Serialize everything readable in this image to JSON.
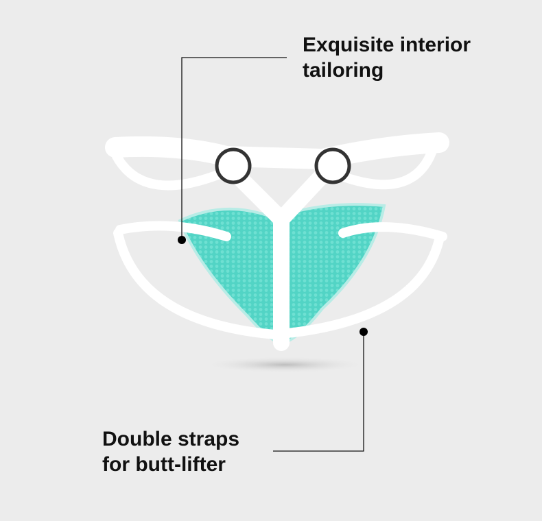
{
  "callouts": [
    {
      "line1": "Exquisite interior",
      "line2": "tailoring"
    },
    {
      "line1": "Double straps",
      "line2": "for butt-lifter"
    }
  ],
  "colors": {
    "background": "#ececec",
    "strap": "#ffffff",
    "mesh": "#4fd3c4",
    "text": "#111111"
  }
}
